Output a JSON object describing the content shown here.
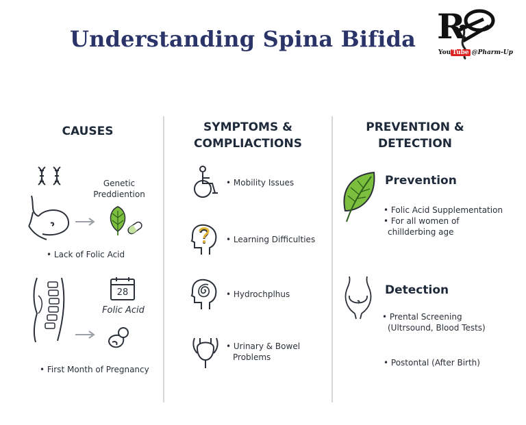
{
  "title": "Understanding Spina Bifida",
  "logo": {
    "youtube_prefix": "You",
    "youtube_tube": "Tube",
    "channel": "@Pharm-Up"
  },
  "causes": {
    "heading": "CAUSES",
    "genetic_line1": "Genetic",
    "genetic_line2": "Preddiention",
    "folic_acid_label": "• Lack of Folic Acid",
    "calendar_number": "28",
    "calendar_caption": "Folic Acid",
    "first_month_label": "• First Month of Pregnancy"
  },
  "symptoms": {
    "heading_line1": "SYMPTOMS &",
    "heading_line2": "COMPLIACTIONS",
    "items": [
      {
        "text": "• Mobility Issues"
      },
      {
        "text": "• Learning Difficulties"
      },
      {
        "text": "• Hydrochplhus"
      },
      {
        "text_line1": "• Urinary & Bowel",
        "text_line2": "Problems"
      }
    ]
  },
  "prevention_detection": {
    "heading_line1": "PREVENTION &",
    "heading_line2": "DETECTION",
    "prevention": {
      "title": "Prevention",
      "bullet1": "• Folic Acid Supplementation",
      "bullet2": "• For all women of",
      "bullet2_cont": "chillderbing age"
    },
    "detection": {
      "title": "Detection",
      "bullet1": "• Prental Screening",
      "bullet1_cont": "(Ultrsound, Blood Tests)",
      "bullet2": "• Postontal (After Birth)"
    }
  },
  "colors": {
    "title": "#2b3468",
    "text": "#1e2a3a",
    "divider": "#d4d6da",
    "leaf_green": "#7cbf3f",
    "leaf_dark": "#4f8a2a",
    "icon_stroke": "#2a2f38"
  }
}
